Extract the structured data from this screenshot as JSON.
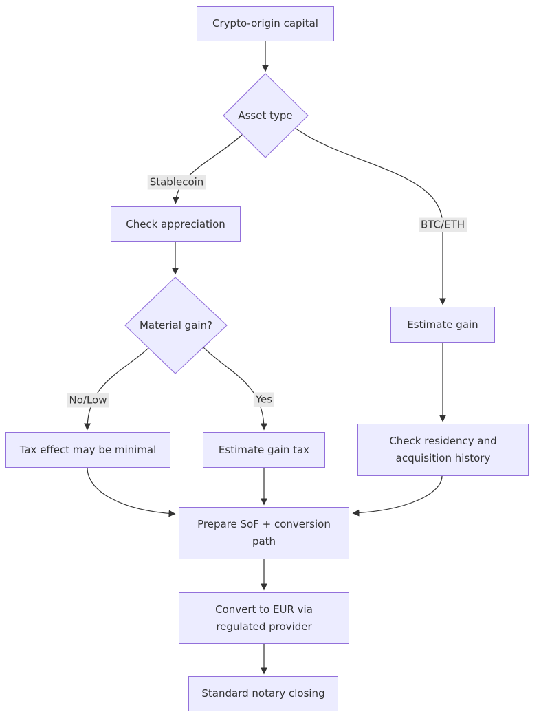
{
  "diagram": {
    "type": "flowchart",
    "direction": "top-down",
    "colors": {
      "background": "#ffffff",
      "node_fill": "#ECECFF",
      "node_border": "#9370DB",
      "line_color": "#333333",
      "text_color": "#333333",
      "edge_label_bg": "#e8e8e8"
    },
    "nodes": {
      "start": {
        "label": "Crypto-origin capital",
        "shape": "rect"
      },
      "asset_type": {
        "label": "Asset type",
        "shape": "diamond"
      },
      "check_appreciation": {
        "label": "Check appreciation",
        "shape": "rect"
      },
      "material_gain": {
        "label": "Material gain?",
        "shape": "diamond"
      },
      "tax_minimal": {
        "label": "Tax effect may be minimal",
        "shape": "rect"
      },
      "estimate_gain_tax": {
        "label": "Estimate gain tax",
        "shape": "rect"
      },
      "estimate_gain": {
        "label": "Estimate gain",
        "shape": "rect"
      },
      "check_residency": {
        "lines": [
          "Check residency and",
          "acquisition history"
        ],
        "shape": "rect"
      },
      "prepare_sof": {
        "lines": [
          "Prepare SoF + conversion",
          "path"
        ],
        "shape": "rect"
      },
      "convert_eur": {
        "lines": [
          "Convert to EUR via",
          "regulated provider"
        ],
        "shape": "rect"
      },
      "notary": {
        "label": "Standard notary closing",
        "shape": "rect"
      }
    },
    "edge_labels": {
      "stablecoin": "Stablecoin",
      "btc_eth": "BTC/ETH",
      "no_low": "No/Low",
      "yes": "Yes"
    },
    "edges": [
      {
        "from": "start",
        "to": "asset_type",
        "label": ""
      },
      {
        "from": "asset_type",
        "to": "check_appreciation",
        "label": "Stablecoin"
      },
      {
        "from": "asset_type",
        "to": "estimate_gain",
        "label": "BTC/ETH"
      },
      {
        "from": "check_appreciation",
        "to": "material_gain",
        "label": ""
      },
      {
        "from": "material_gain",
        "to": "tax_minimal",
        "label": "No/Low"
      },
      {
        "from": "material_gain",
        "to": "estimate_gain_tax",
        "label": "Yes"
      },
      {
        "from": "estimate_gain",
        "to": "check_residency",
        "label": ""
      },
      {
        "from": "tax_minimal",
        "to": "prepare_sof",
        "label": ""
      },
      {
        "from": "estimate_gain_tax",
        "to": "prepare_sof",
        "label": ""
      },
      {
        "from": "check_residency",
        "to": "prepare_sof",
        "label": ""
      },
      {
        "from": "prepare_sof",
        "to": "convert_eur",
        "label": ""
      },
      {
        "from": "convert_eur",
        "to": "notary",
        "label": ""
      }
    ]
  }
}
